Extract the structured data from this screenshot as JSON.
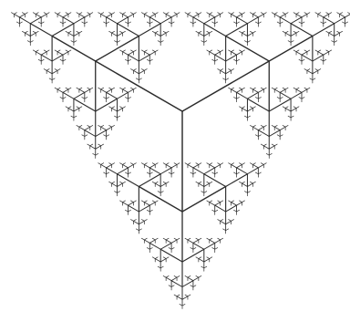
{
  "figure": {
    "kind": "ternary branching fractal tree",
    "branches_per_node": 3,
    "branch_angles_deg": [
      90,
      210,
      330
    ],
    "scale_ratio": 0.5,
    "recursion_depth": 6,
    "stroke_color": "#2b2b2b",
    "background_color": "#ffffff"
  }
}
